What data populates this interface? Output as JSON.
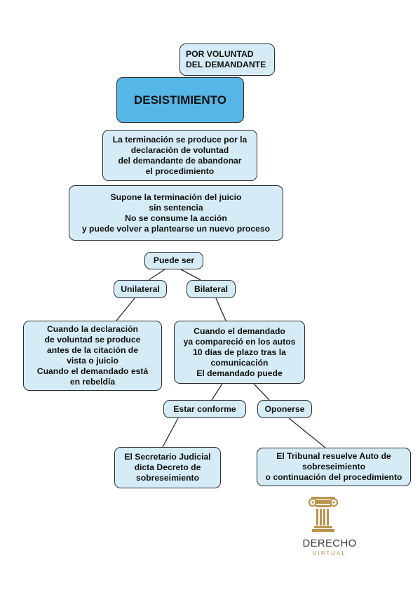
{
  "nodes": {
    "voluntad": "POR VOLUNTAD\nDEL DEMANDANTE",
    "desistimiento": "DESISTIMIENTO",
    "terminacion": "La terminación se produce por la\ndeclaración de  voluntad\ndel demandante de abandonar\nel procedimiento",
    "supone": "Supone la terminación del juicio\nsin sentencia\nNo se consume la acción\ny puede volver a plantearse un nuevo proceso",
    "puede_ser": "Puede ser",
    "unilateral": "Unilateral",
    "bilateral": "Bilateral",
    "cuando_declaracion": "Cuando la declaración\nde voluntad se produce\nantes de la citación de\nvista o juicio\nCuando el demandado está\nen rebeldía",
    "cuando_demandado": "Cuando el demandado\nya compareció en los autos\n10 días de plazo tras la\ncomunicación\nEl demandado puede",
    "estar_conforme": "Estar conforme",
    "oponerse": "Oponerse",
    "secretario": "El Secretario Judicial\ndicta Decreto de\nsobreseimiento",
    "tribunal": "El Tribunal resuelve Auto de\nsobreseimiento\no continuación del procedimiento"
  },
  "logo": {
    "name": "DERECHO",
    "sub": "VIRTUAL",
    "gold": "#b7944f"
  },
  "colors": {
    "node_fill": "#d5ecf6",
    "main_fill": "#57b6e8",
    "border": "#2b2b2b"
  }
}
